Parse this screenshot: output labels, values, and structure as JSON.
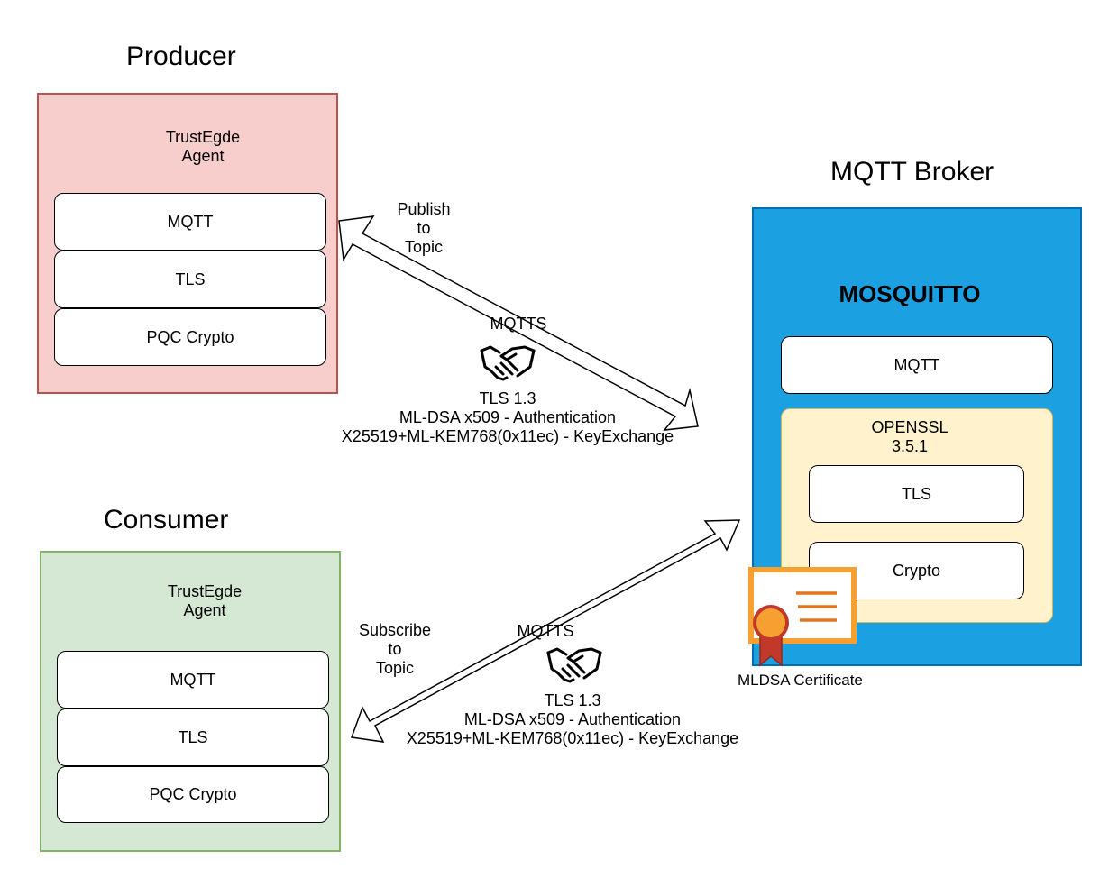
{
  "producer": {
    "title": "Producer",
    "agent_line1": "TrustEgde",
    "agent_line2": "Agent",
    "layers": [
      "MQTT",
      "TLS",
      "PQC Crypto"
    ]
  },
  "consumer": {
    "title": "Consumer",
    "agent_line1": "TrustEgde",
    "agent_line2": "Agent",
    "layers": [
      "MQTT",
      "TLS",
      "PQC Crypto"
    ]
  },
  "broker": {
    "title": "MQTT Broker",
    "name": "MOSQUITTO",
    "mqtt_layer": "MQTT",
    "openssl_line1": "OPENSSL",
    "openssl_line2": "3.5.1",
    "openssl_layers": [
      "TLS",
      "Crypto"
    ],
    "certificate_label": "MLDSA Certificate"
  },
  "publish_link": {
    "action_line1": "Publish",
    "action_line2": "to",
    "action_line3": "Topic",
    "protocol": "MQTTS",
    "tls": "TLS 1.3",
    "auth": "ML-DSA x509 - Authentication",
    "kex": "X25519+ML-KEM768(0x11ec) - KeyExchange"
  },
  "subscribe_link": {
    "action_line1": "Subscribe",
    "action_line2": "to",
    "action_line3": "Topic",
    "protocol": "MQTTS",
    "tls": "TLS 1.3",
    "auth": "ML-DSA x509 - Authentication",
    "kex": "X25519+ML-KEM768(0x11ec) - KeyExchange"
  },
  "colors": {
    "producer_fill": "#f8cecc",
    "producer_border": "#b85450",
    "consumer_fill": "#d5e8d4",
    "consumer_border": "#82b366",
    "broker_fill": "#1ba1e2",
    "openssl_fill": "#fff2cc",
    "certificate_orange": "#f5a030",
    "ribbon_red": "#c0392b"
  },
  "icons": [
    "handshake-icon",
    "certificate-icon"
  ]
}
